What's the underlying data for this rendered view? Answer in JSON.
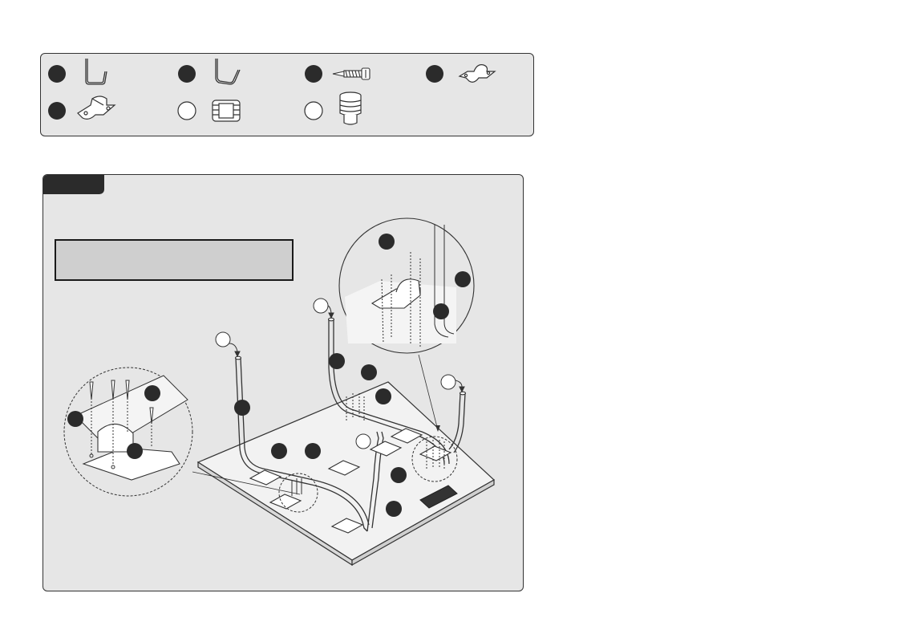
{
  "parts": [
    {
      "id": "bracket-left",
      "marker": "filled",
      "icon": "bent-rod-left-icon"
    },
    {
      "id": "bracket-right",
      "marker": "filled",
      "icon": "bent-rod-right-icon"
    },
    {
      "id": "screw",
      "marker": "filled",
      "icon": "screw-icon"
    },
    {
      "id": "small-clamp",
      "marker": "filled",
      "icon": "small-clamp-icon"
    },
    {
      "id": "large-clamp",
      "marker": "filled",
      "icon": "large-clamp-icon"
    },
    {
      "id": "end-cap",
      "marker": "empty",
      "icon": "end-cap-icon"
    },
    {
      "id": "foot-plug",
      "marker": "empty",
      "icon": "foot-plug-icon"
    }
  ],
  "colors": {
    "panel": "#e6e6e6",
    "marker": "#2b2b2b",
    "line": "#333333",
    "tab": "#2b2b2b"
  }
}
